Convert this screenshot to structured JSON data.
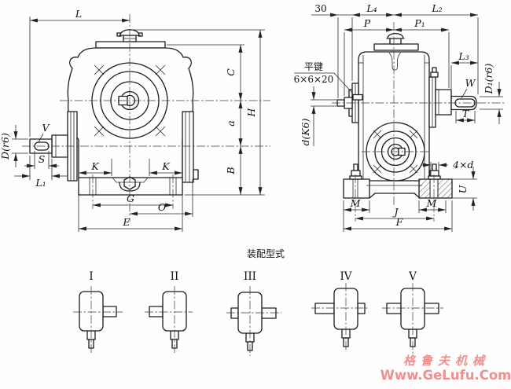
{
  "drawing": {
    "front_view": {
      "dims": {
        "L": "L",
        "C": "C",
        "a": "a",
        "H": "H",
        "B": "B",
        "D": "D(r6)",
        "V": "V",
        "S": "S",
        "L1": "L₁",
        "K": "K",
        "G": "G",
        "O": "O",
        "E": "E"
      }
    },
    "side_view": {
      "dims": {
        "n30": "30",
        "L4": "L₄",
        "L2": "L₂",
        "P": "P",
        "P1": "P₁",
        "L3": "L₃",
        "W": "W",
        "D1": "D₁(r6)",
        "T": "T",
        "dK6": "d(K6)",
        "holes": "4×d",
        "U": "U",
        "M": "M",
        "J": "J",
        "F": "F"
      },
      "key_note": {
        "line1": "平键",
        "line2": "6×6×20"
      }
    },
    "assembly": {
      "title": "装配型式",
      "types": [
        "I",
        "II",
        "III",
        "IV",
        "V"
      ]
    },
    "watermark": {
      "brand": "格鲁夫机械",
      "url": "Www.GeLufu.Com",
      "color": "#f18f8f"
    }
  }
}
